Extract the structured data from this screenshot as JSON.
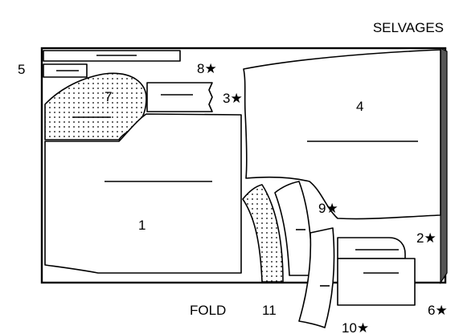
{
  "diagram": {
    "title_selvages": "SELVAGES",
    "label_fold": "FOLD",
    "piece_labels": {
      "p1": "1",
      "p2": "2★",
      "p3": "3★",
      "p4": "4",
      "p5": "5",
      "p6": "6★",
      "p7": "7",
      "p8": "8★",
      "p9": "9★",
      "p10": "10★",
      "p11": "11"
    },
    "colors": {
      "outline": "#000000",
      "selvage_band": "#555555",
      "background": "#ffffff"
    }
  }
}
